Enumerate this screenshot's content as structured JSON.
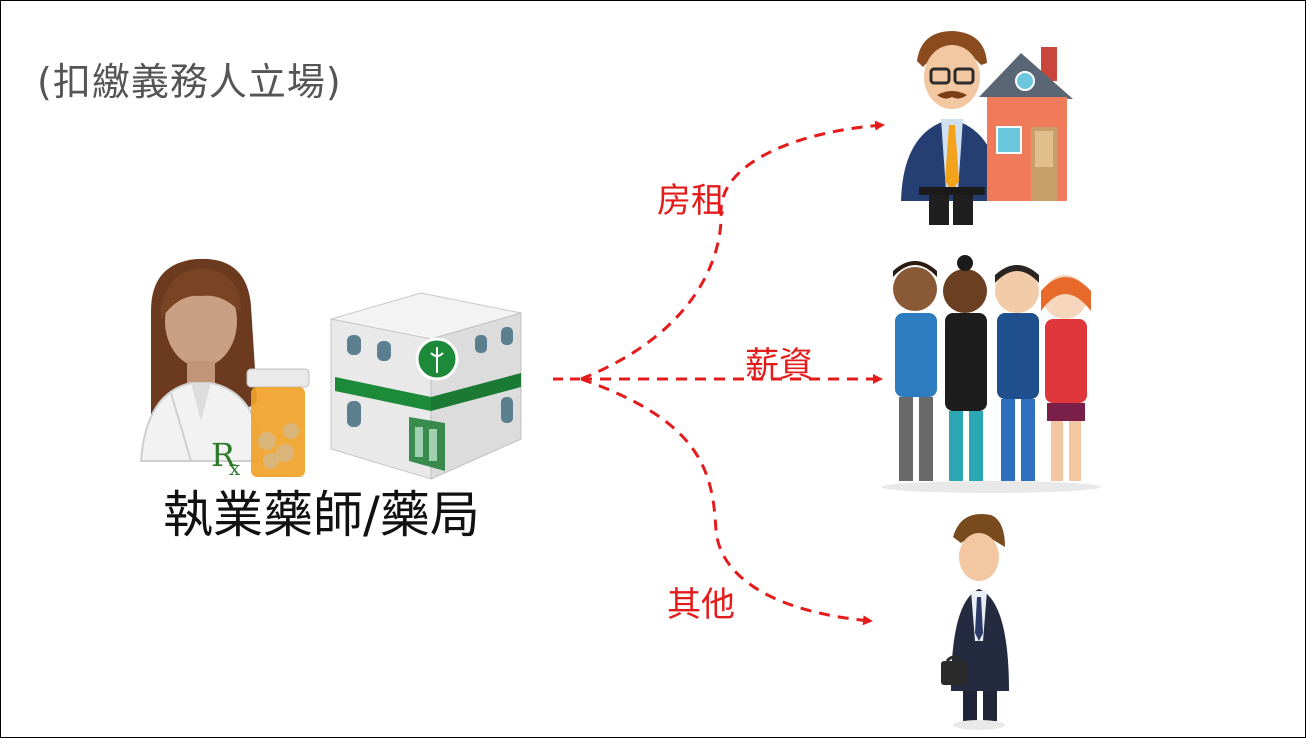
{
  "title": "(扣繳義務人立場)",
  "subject": {
    "label": "執業藥師/藥局"
  },
  "flows": [
    {
      "label": "房租"
    },
    {
      "label": "薪資"
    },
    {
      "label": "其他"
    }
  ],
  "colors": {
    "arrow": "#e41b1b",
    "text": "#111111",
    "title": "#555555"
  },
  "icons": [
    "pharmacist-icon",
    "pill-bottle-icon",
    "pharmacy-building-icon",
    "landlord-icon",
    "house-icon",
    "employees-icon",
    "businessman-icon"
  ]
}
